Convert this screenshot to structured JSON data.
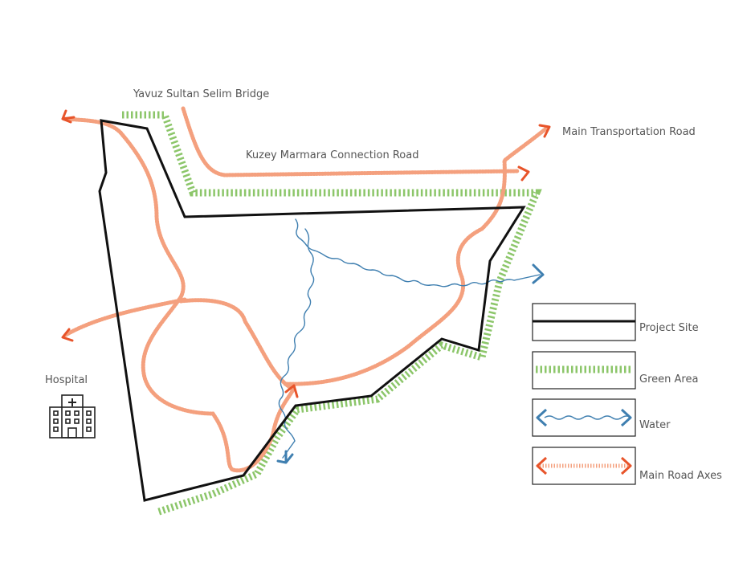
{
  "labels": {
    "bridge": "Yavuz Sultan Selim Bridge",
    "connection_road": "Kuzey Marmara Connection Road",
    "transport_road": "Main Transportation Road",
    "hospital": "Hospital"
  },
  "legend": {
    "project_site": "Project Site",
    "green_area": "Green Area",
    "water": "Water",
    "main_road": "Main Road Axes"
  },
  "colors": {
    "site_boundary": "#111111",
    "green": "#8cc66a",
    "water": "#3f7fb0",
    "road": "#e8542a",
    "road_dash": "#f4a07e"
  },
  "icons": [
    "hospital-icon"
  ]
}
